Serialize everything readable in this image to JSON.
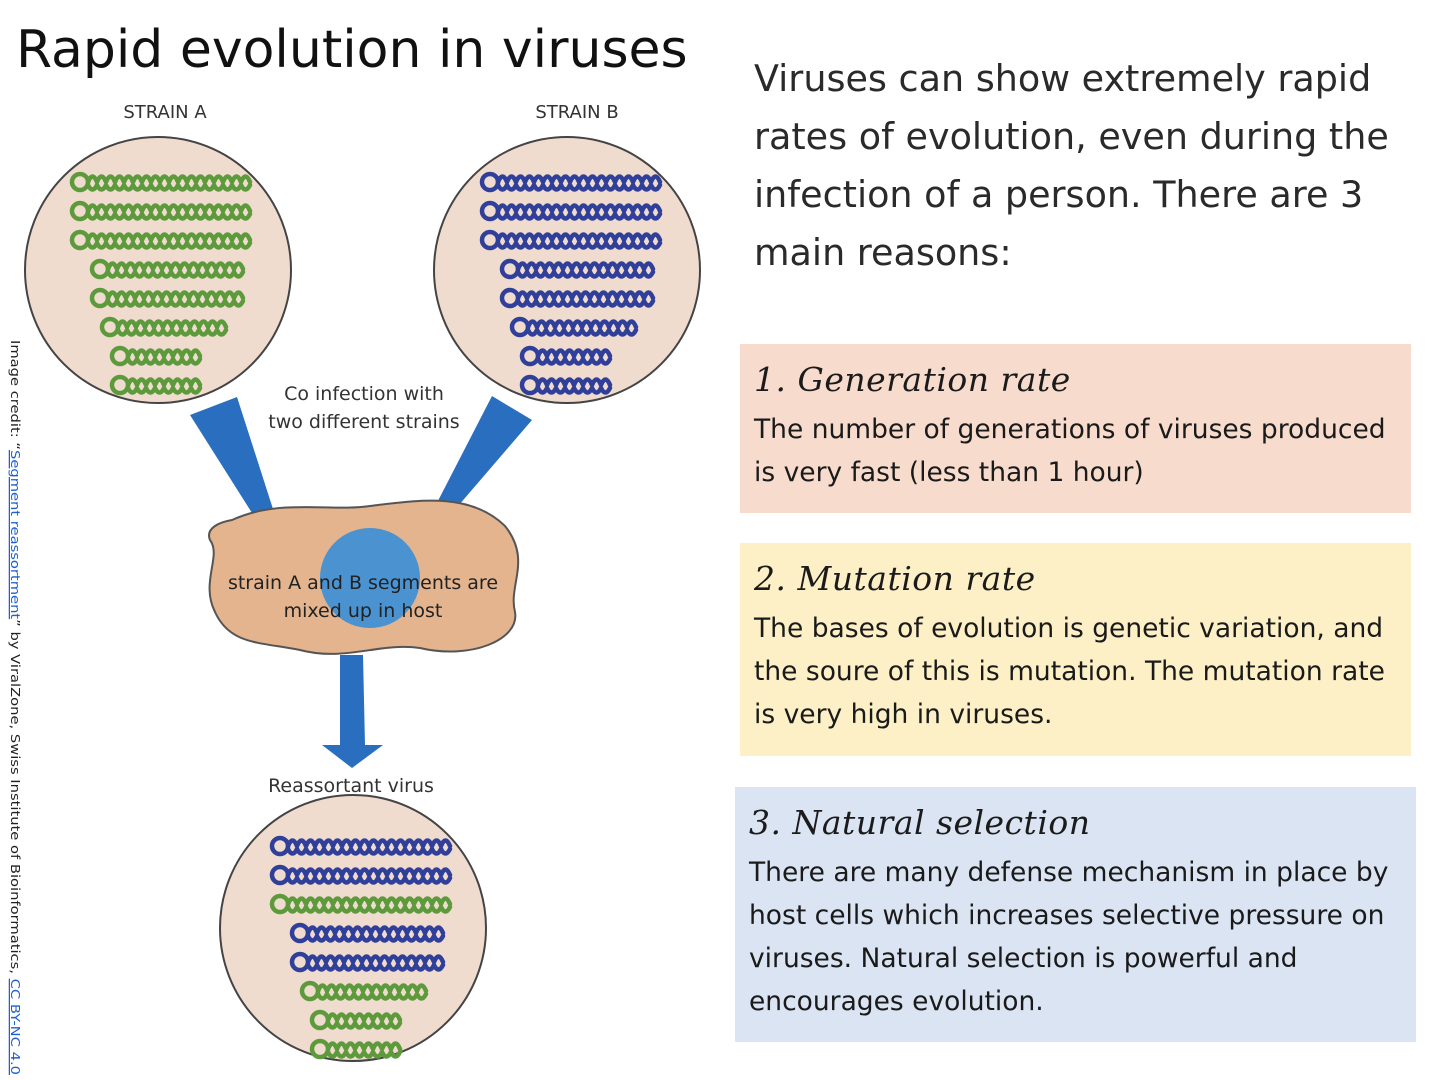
{
  "slide": {
    "title": "Rapid evolution in viruses"
  },
  "diagram": {
    "strain_a_label": "STRAIN A",
    "strain_b_label": "STRAIN B",
    "coinfection_label_line1": "Co infection with",
    "coinfection_label_line2": "two different strains",
    "host_label_line1": "strain A and B segments are",
    "host_label_line2": "mixed up in host",
    "reassortant_label": "Reassortant virus",
    "strain_a_color": "#5c9a3c",
    "strain_b_color": "#2f3f9a",
    "circle_fill": "#efdccf",
    "host_fill": "#e3b48e",
    "nucleus_fill": "#3d8fd6",
    "arrow_fill": "#2a6fbf",
    "segments": {
      "strain_a": [
        "A",
        "A",
        "A",
        "A",
        "A",
        "A",
        "A",
        "A"
      ],
      "strain_b": [
        "B",
        "B",
        "B",
        "B",
        "B",
        "B",
        "B",
        "B"
      ],
      "reassortant": [
        "B",
        "B",
        "A",
        "B",
        "B",
        "A",
        "A",
        "A"
      ]
    }
  },
  "image_credit": {
    "prefix": "Image credit: “",
    "link_text": "Segment reassortment",
    "middle": "” by ViralZone, Swiss Institute of Bioinformatics, ",
    "license": "CC BY-NC 4.0"
  },
  "intro_text": "Viruses can show extremely rapid rates of evolution, even during the infection of a person. There are 3 main reasons:",
  "reasons": [
    {
      "heading": "1. Generation rate",
      "text": "The number of generations of viruses produced is very fast (less than 1 hour)",
      "color": "#f7dccd"
    },
    {
      "heading": "2. Mutation rate",
      "text": "The bases of evolution is genetic variation, and the soure of this is mutation. The mutation rate is very high in viruses.",
      "color": "#fdf0c6"
    },
    {
      "heading": "3. Natural selection",
      "text": "There are many defense mechanism in place by host cells which increases selective pressure on viruses. Natural selection is powerful and encourages evolution.",
      "color": "#dbe4f3"
    }
  ]
}
